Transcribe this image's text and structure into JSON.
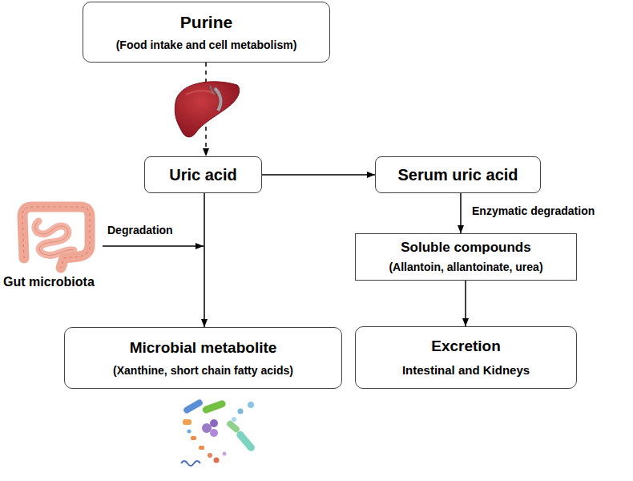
{
  "diagram": {
    "nodes": [
      {
        "text": [
          "Purine",
          "(Food intake and cell metabolism)"
        ]
      },
      {
        "text": [
          "Uric acid"
        ]
      },
      {
        "text": [
          "Serum uric acid"
        ]
      },
      {
        "text": [
          "Soluble compounds",
          "(Allantoin, allantoinate, urea)"
        ]
      },
      {
        "text": [
          "Microbial metabolite",
          "(Xanthine, short chain fatty acids)"
        ]
      },
      {
        "text": [
          "Excretion",
          "Intestinal and Kidneys"
        ]
      }
    ],
    "edges": [
      {
        "from": 0,
        "to": 1,
        "arrow": "to"
      },
      {
        "from": 1,
        "to": 2,
        "arrow": "to"
      },
      {
        "from": 1,
        "to": 4,
        "arrow": "to"
      },
      {
        "from": 2,
        "to": 3,
        "label": "Enzymatic degradation",
        "arrow": "to"
      },
      {
        "from": 3,
        "to": 5,
        "arrow": "to"
      }
    ],
    "labels": [
      "Degradation",
      "Gut microbiota"
    ]
  }
}
